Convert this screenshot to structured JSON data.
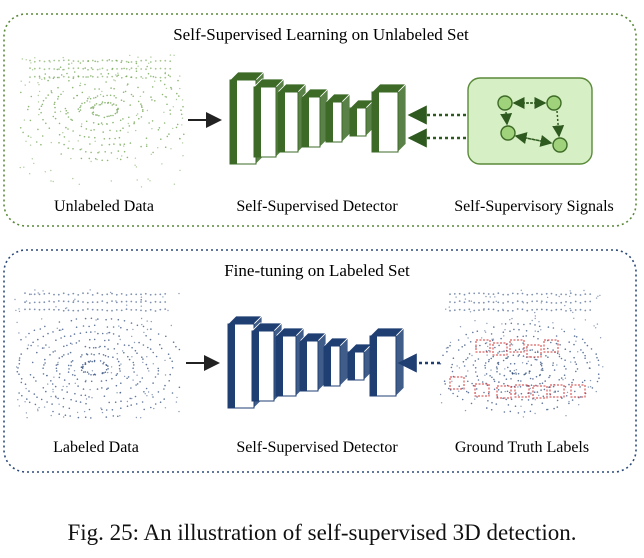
{
  "panel_top": {
    "title": "Self-Supervised Learning on Unlabeled Set",
    "labels": {
      "data": "Unlabeled Data",
      "detector": "Self-Supervised Detector",
      "signals": "Self-Supervisory Signals"
    },
    "color": "#5a8a3a",
    "detector_color": "#3d6b27",
    "signals_fill": "#d6efc4"
  },
  "panel_bottom": {
    "title": "Fine-tuning on Labeled Set",
    "labels": {
      "data": "Labeled Data",
      "detector": "Self-Supervised Detector",
      "gt": "Ground Truth Labels"
    },
    "color": "#2c4a7a",
    "detector_color": "#1f3f73",
    "box_color": "#d23a3a"
  },
  "caption": "Fig. 25: An illustration of self-supervised 3D detection."
}
